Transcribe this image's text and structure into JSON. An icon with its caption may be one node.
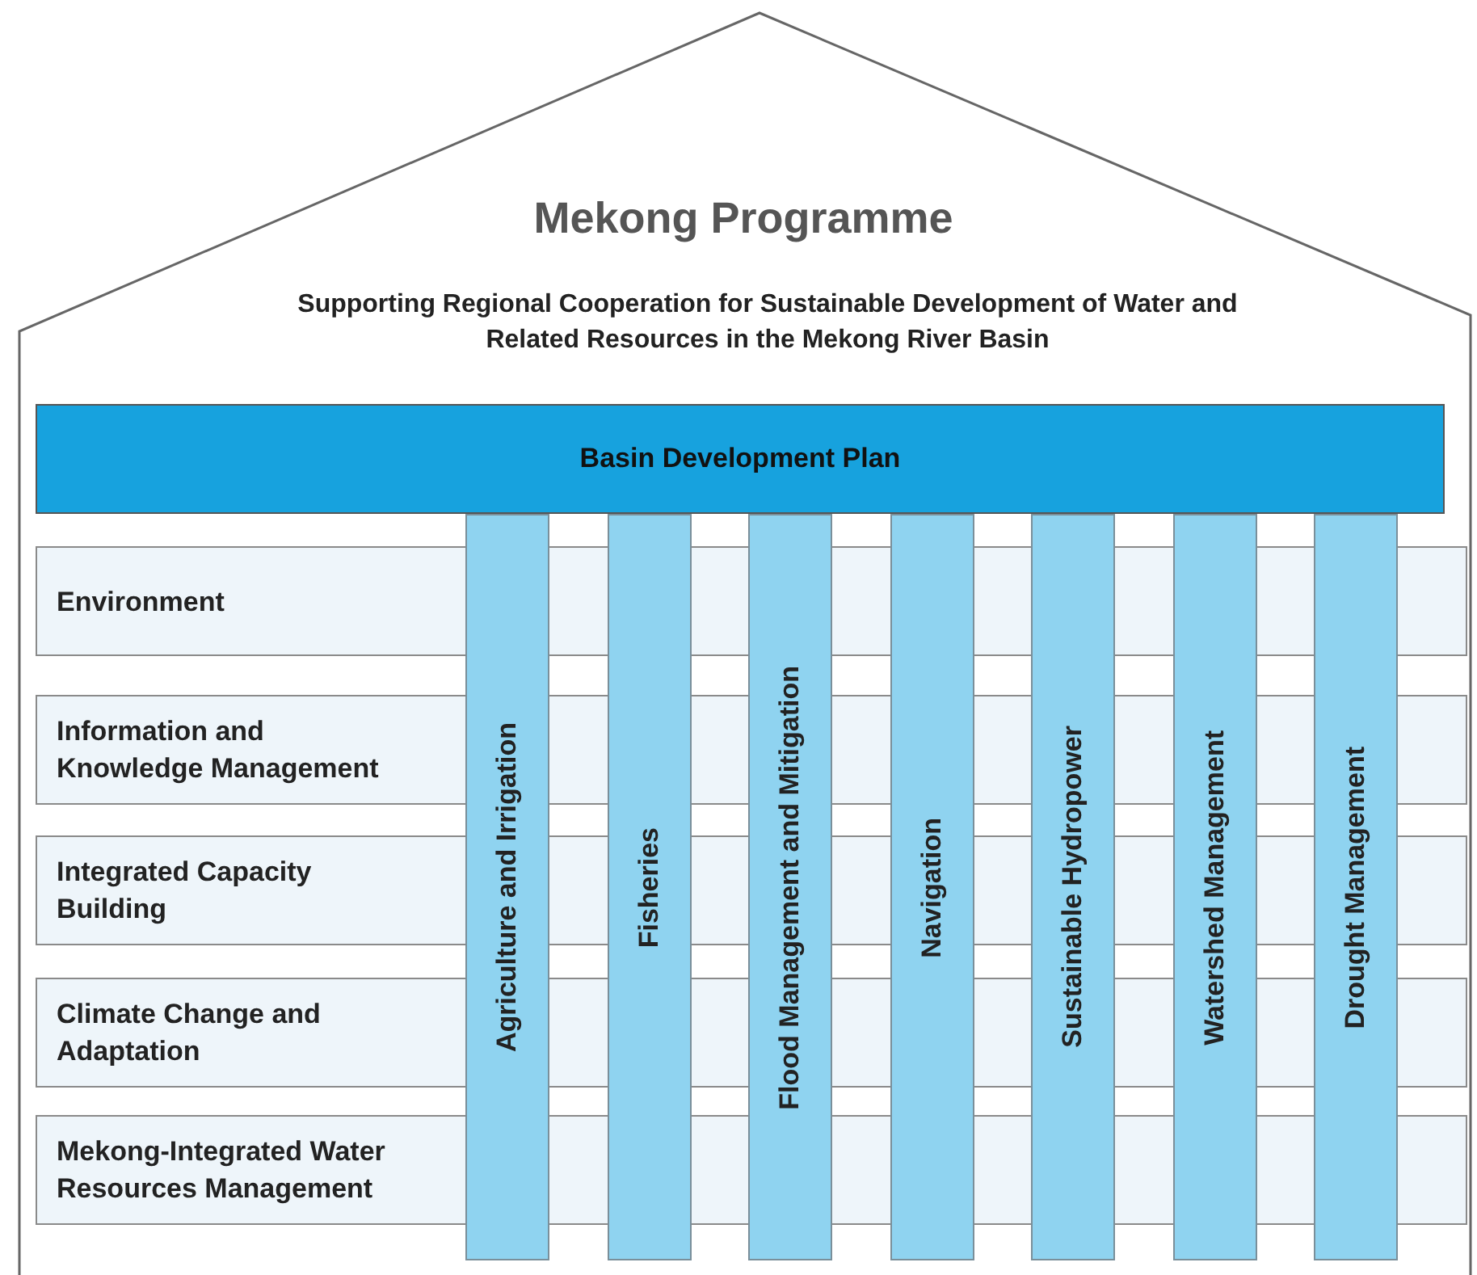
{
  "diagram": {
    "nodes": [
      {
        "text": [
          "Mekong Programme",
          "Supporting Regional Cooperation for Sustainable Development of Water and Related Resources in the Mekong River Basin"
        ]
      },
      {
        "text": [
          "Basin Development Plan"
        ],
        "in": 0
      },
      {
        "text": [
          "Environment"
        ],
        "in": 0
      },
      {
        "text": [
          "Information and Knowledge Management"
        ],
        "in": 0
      },
      {
        "text": [
          "Integrated Capacity Building"
        ],
        "in": 0
      },
      {
        "text": [
          "Climate Change and Adaptation"
        ],
        "in": 0
      },
      {
        "text": [
          "Mekong-Integrated Water Resources Management"
        ],
        "in": 0
      },
      {
        "text": [
          "Agriculture and Irrigation"
        ],
        "in": 0
      },
      {
        "text": [
          "Fisheries"
        ],
        "in": 0
      },
      {
        "text": [
          "Flood Management and Mitigation"
        ],
        "in": 0
      },
      {
        "text": [
          "Navigation"
        ],
        "in": 0
      },
      {
        "text": [
          "Sustainable Hydropower"
        ],
        "in": 0
      },
      {
        "text": [
          "Watershed Management"
        ],
        "in": 0
      },
      {
        "text": [
          "Drought Management"
        ],
        "in": 0
      }
    ],
    "edges": []
  }
}
